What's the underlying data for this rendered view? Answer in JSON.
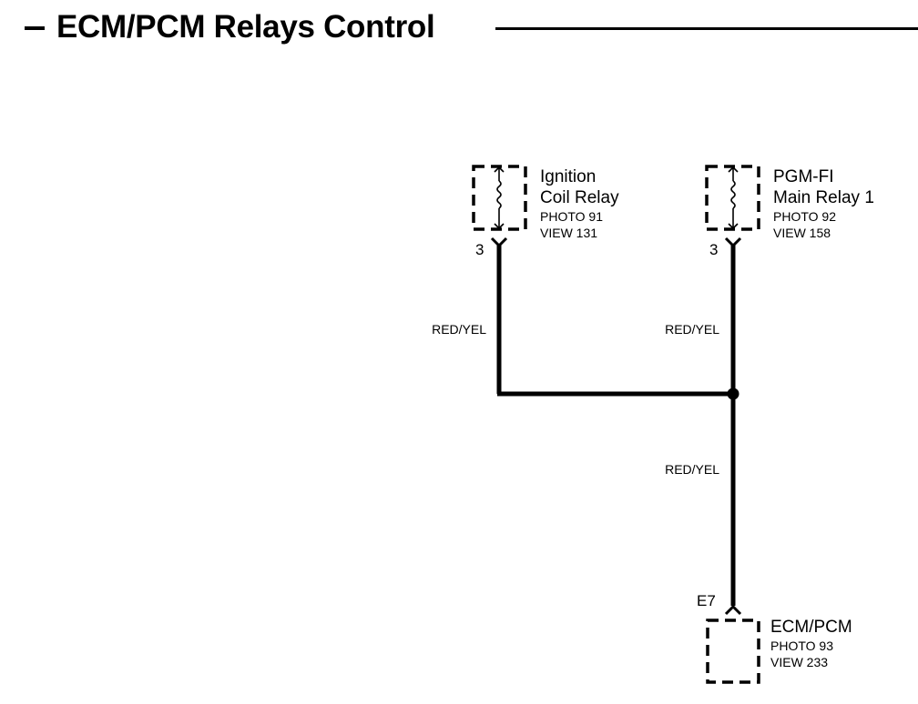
{
  "page": {
    "title": "ECM/PCM Relays Control"
  },
  "components": {
    "ignition_coil_relay": {
      "name_line1": "Ignition",
      "name_line2": "Coil Relay",
      "photo": "PHOTO 91",
      "view": "VIEW 131",
      "pin": "3"
    },
    "pgm_fi_main_relay_1": {
      "name_line1": "PGM-FI",
      "name_line2": "Main Relay 1",
      "photo": "PHOTO 92",
      "view": "VIEW 158",
      "pin": "3"
    },
    "ecm_pcm": {
      "name": "ECM/PCM",
      "photo": "PHOTO 93",
      "view": "VIEW 233",
      "pin": "E7"
    }
  },
  "wires": {
    "ignition_branch": {
      "color_label": "RED/YEL"
    },
    "main_relay_branch": {
      "color_label": "RED/YEL"
    },
    "ecm_branch": {
      "color_label": "RED/YEL"
    }
  }
}
